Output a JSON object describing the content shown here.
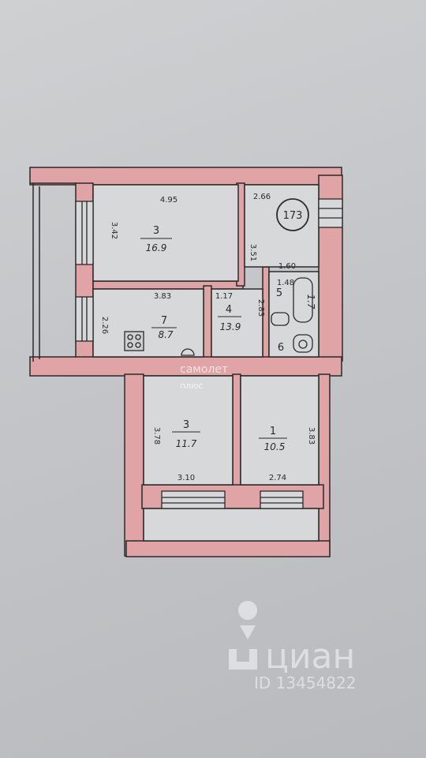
{
  "rooms": [
    {
      "id": "r-top",
      "number": "3",
      "area": "16.9"
    },
    {
      "id": "r-kitchen",
      "number": "7",
      "area": "8.7"
    },
    {
      "id": "r-hall",
      "number": "4",
      "area": "13.9"
    },
    {
      "id": "r-left",
      "number": "3",
      "area": "11.7"
    },
    {
      "id": "r-right",
      "number": "1",
      "area": "10.5"
    },
    {
      "id": "r-bath",
      "number": "5",
      "area": "1.7"
    },
    {
      "id": "r-wc",
      "number": "6",
      "area": ""
    }
  ],
  "dimensions": {
    "top_width": "4.95",
    "top_height": "3.42",
    "corridor_width": "2.66",
    "corridor_height": "3.51",
    "bath_width": "1.60",
    "bath_inner": "1.48",
    "bath_height": "2.83",
    "kitchen_width": "3.83",
    "kitchen_height": "2.26",
    "hall_width": "1.17",
    "left_height": "3.78",
    "left_width": "3.10",
    "right_width": "2.74",
    "right_height": "3.83"
  },
  "apartment_number": "173",
  "watermarks": {
    "samolet_line1": "самолет",
    "samolet_line2": "плюс",
    "cian_brand": "циан",
    "cian_id": "ID 13454822"
  },
  "colors": {
    "wall_fill": "#e0a4a6",
    "ink": "#2a2a2a",
    "paper": "#c8c9cc"
  }
}
